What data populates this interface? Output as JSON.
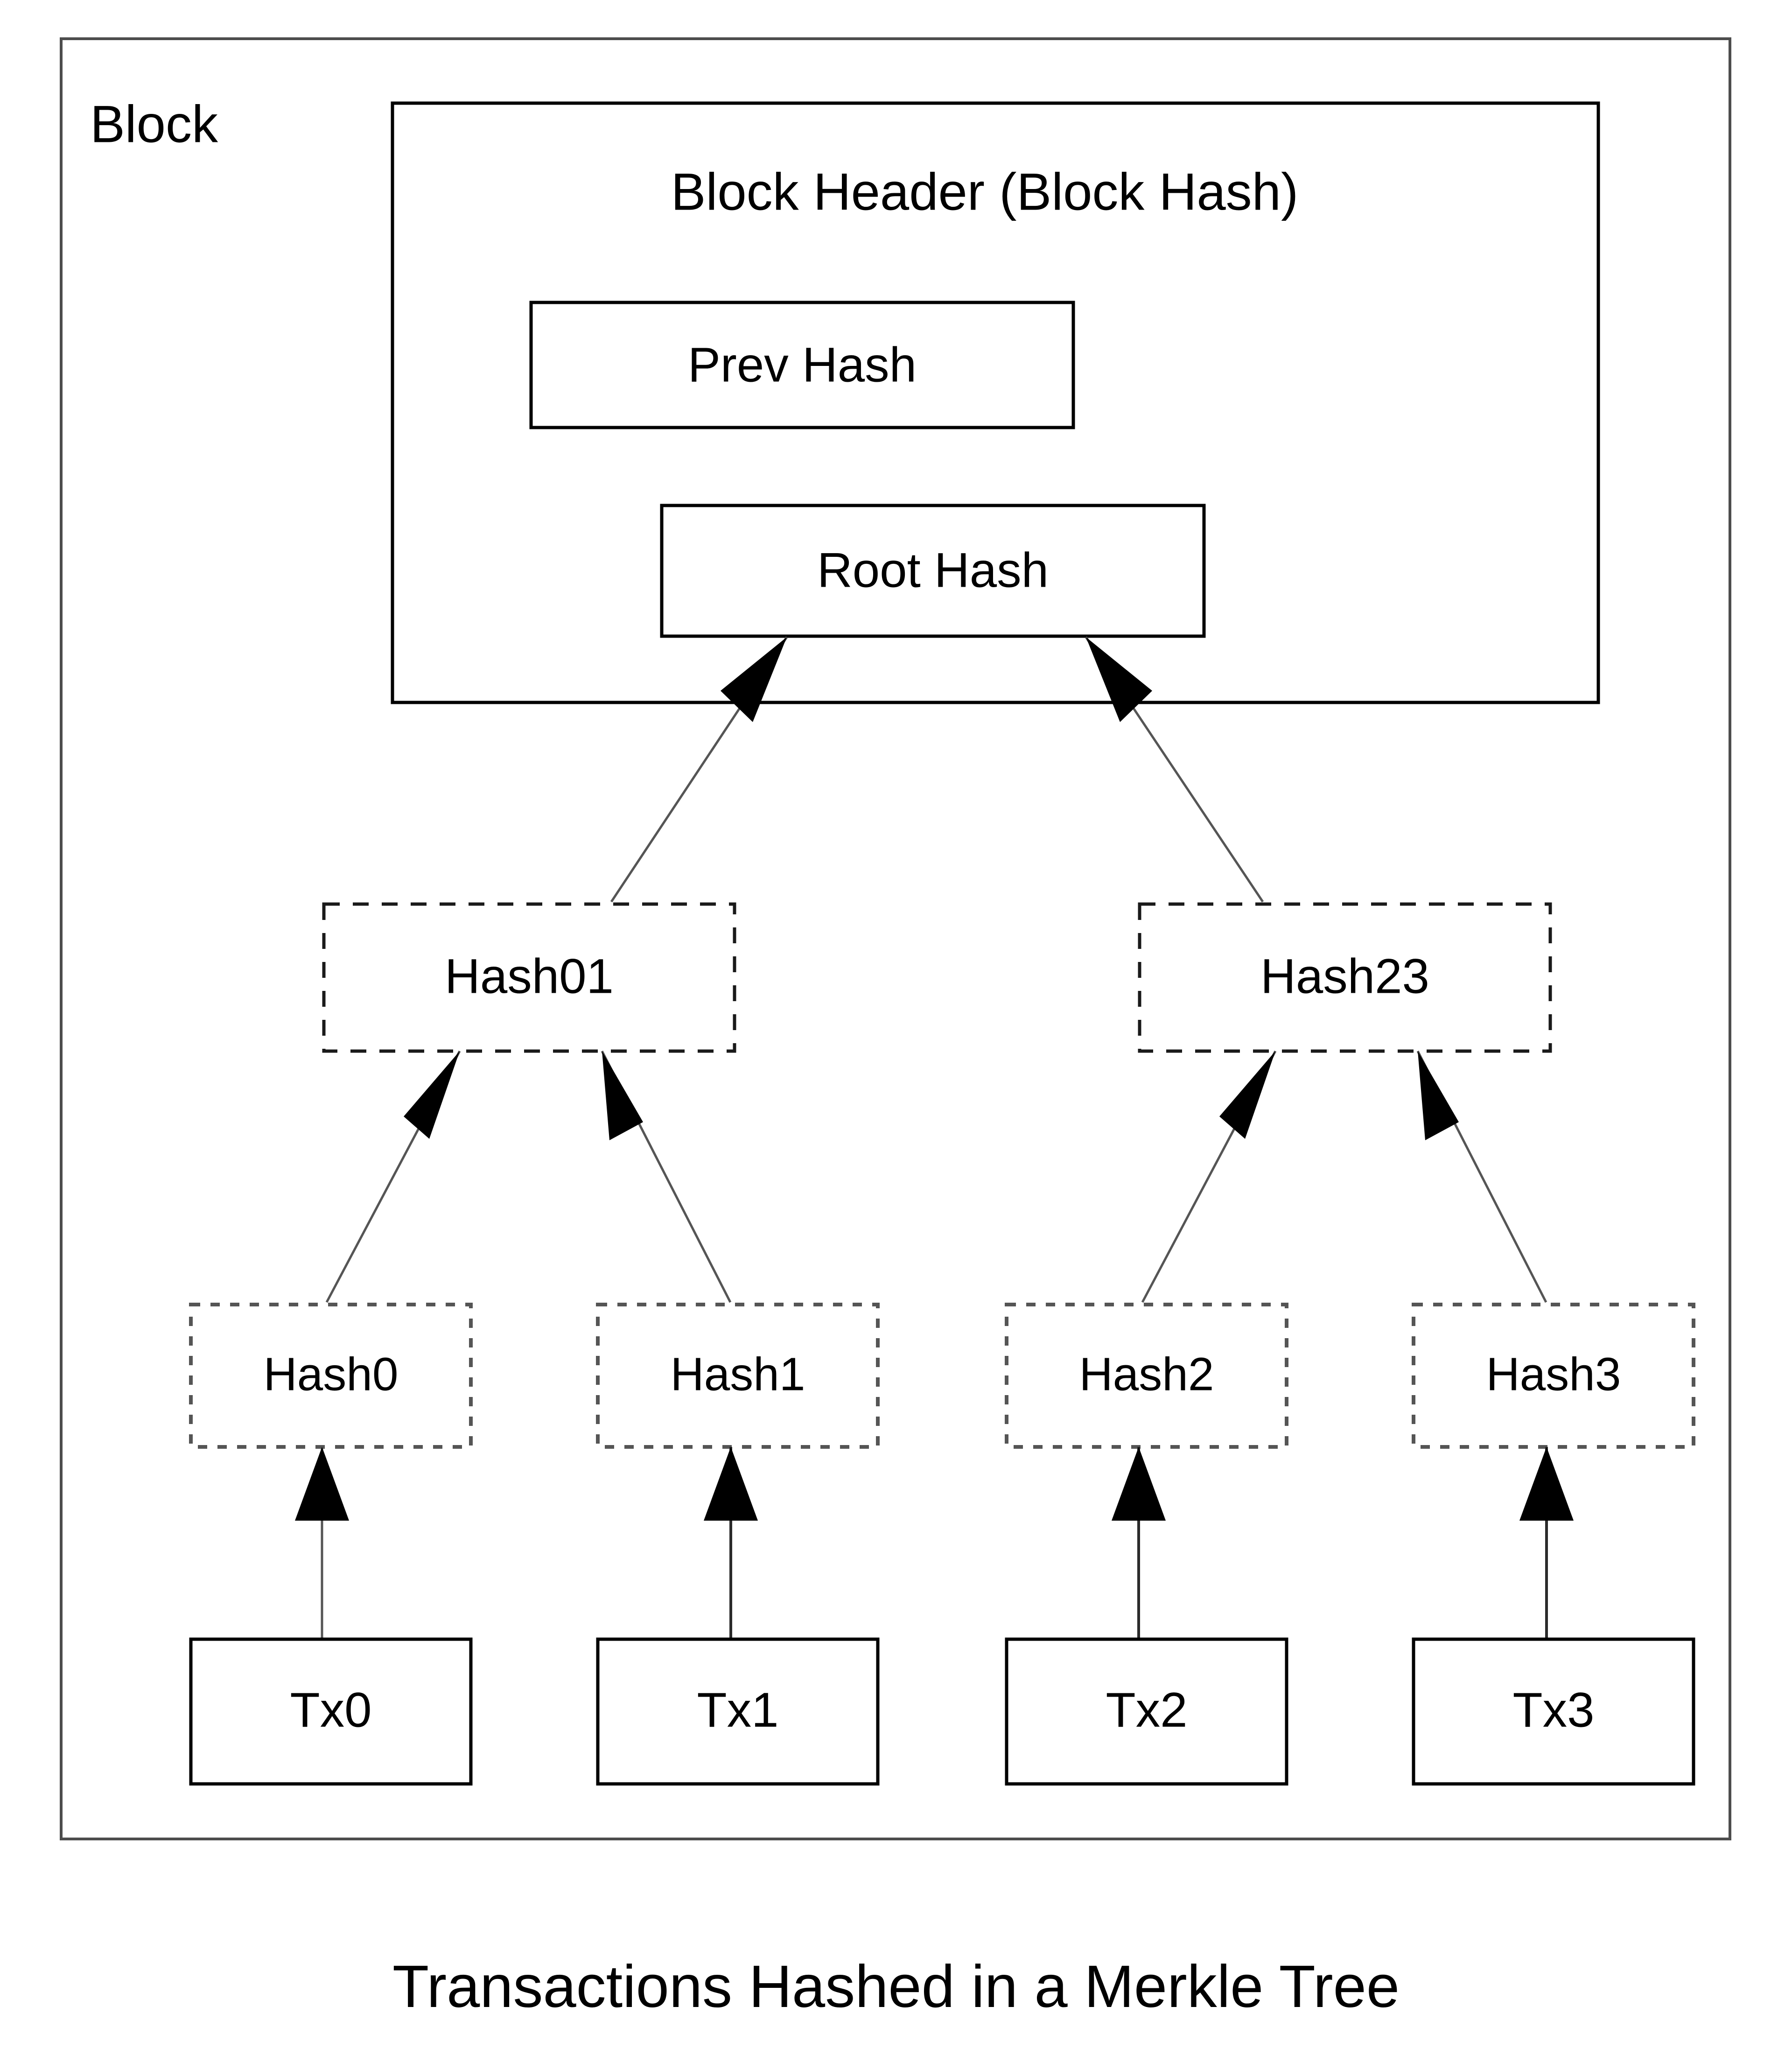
{
  "diagram": {
    "outer_label": "Block",
    "caption": "Transactions Hashed in a Merkle Tree",
    "header": {
      "title": "Block Header (Block Hash)",
      "fields": [
        {
          "label": "Prev Hash"
        },
        {
          "label": "Root Hash"
        }
      ]
    },
    "internal_hashes": [
      {
        "label": "Hash01"
      },
      {
        "label": "Hash23"
      }
    ],
    "leaf_hashes": [
      {
        "label": "Hash0"
      },
      {
        "label": "Hash1"
      },
      {
        "label": "Hash2"
      },
      {
        "label": "Hash3"
      }
    ],
    "transactions": [
      {
        "label": "Tx0"
      },
      {
        "label": "Tx1"
      },
      {
        "label": "Tx2"
      },
      {
        "label": "Tx3"
      }
    ],
    "colors": {
      "background": "#ffffff",
      "text": "#000000",
      "solid_border": "#000000",
      "outer_border": "#4d4d4d",
      "dashed_border": "#1a1a1a",
      "dotted_border": "#555555",
      "edge": "#2b2b2b"
    }
  }
}
